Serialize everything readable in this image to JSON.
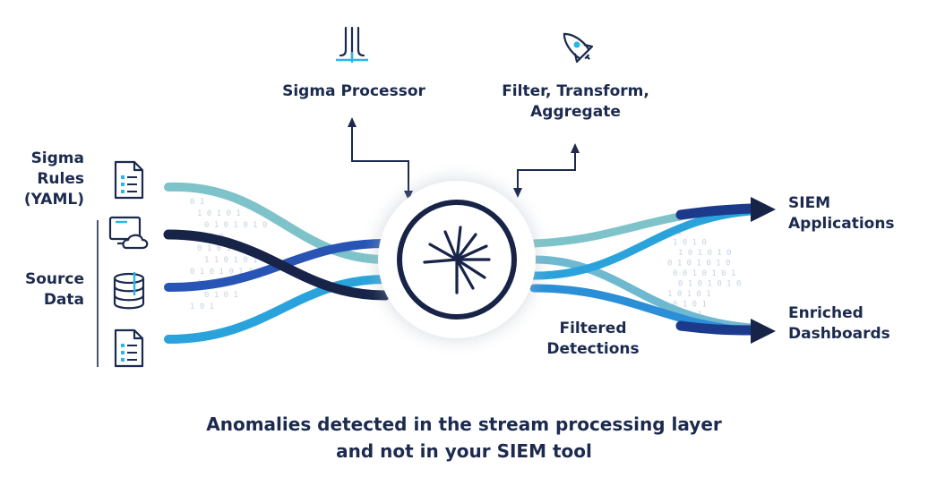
{
  "colors": {
    "navy": "#1b2a4e",
    "dark_stream": "#172448",
    "teal_stream": "#7ec3c9",
    "blue_stream": "#2754b5",
    "cyan_stream": "#2aa3dc",
    "accent_cyan": "#27b7e8"
  },
  "top": {
    "processor_label": "Sigma Processor",
    "filter_line1": "Filter, Transform,",
    "filter_line2": "Aggregate"
  },
  "left": {
    "rules_line1": "Sigma",
    "rules_line2": "Rules",
    "rules_line3": "(YAML)",
    "source_line1": "Source",
    "source_line2": "Data"
  },
  "middle": {
    "filtered_line1": "Filtered",
    "filtered_line2": "Detections"
  },
  "right": {
    "siem_line1": "SIEM",
    "siem_line2": "Applications",
    "enriched_line1": "Enriched",
    "enriched_line2": "Dashboards"
  },
  "caption": {
    "line1": "Anomalies detected in the stream processing layer",
    "line2": "and not in your SIEM tool"
  },
  "binary": {
    "left": [
      "0 1",
      "1 0 1 0 1",
      "0 1 0 1 0 1 0",
      "1 0 1 0",
      "0 1 0 1 0 1",
      "1 1 0 1 0 1 0",
      "0 1 0 1 0 1 1",
      "1 0 1 0",
      "0 1 0 1",
      "1 0 1"
    ],
    "right": [
      "0 1",
      "1 0 1 0",
      "1 0 1 0 1 0",
      "0 1 0 1 0 1 0",
      "0 0 1 0 1 0 1",
      "0 1 0 1 0 1 0",
      "1 0 1 0 1",
      "0 1 0 1",
      "1 0 1"
    ]
  },
  "icons": [
    "sigma-processor-icon",
    "rocket-icon",
    "document-icon",
    "monitor-cloud-icon",
    "database-icon",
    "hub-logo-icon"
  ]
}
